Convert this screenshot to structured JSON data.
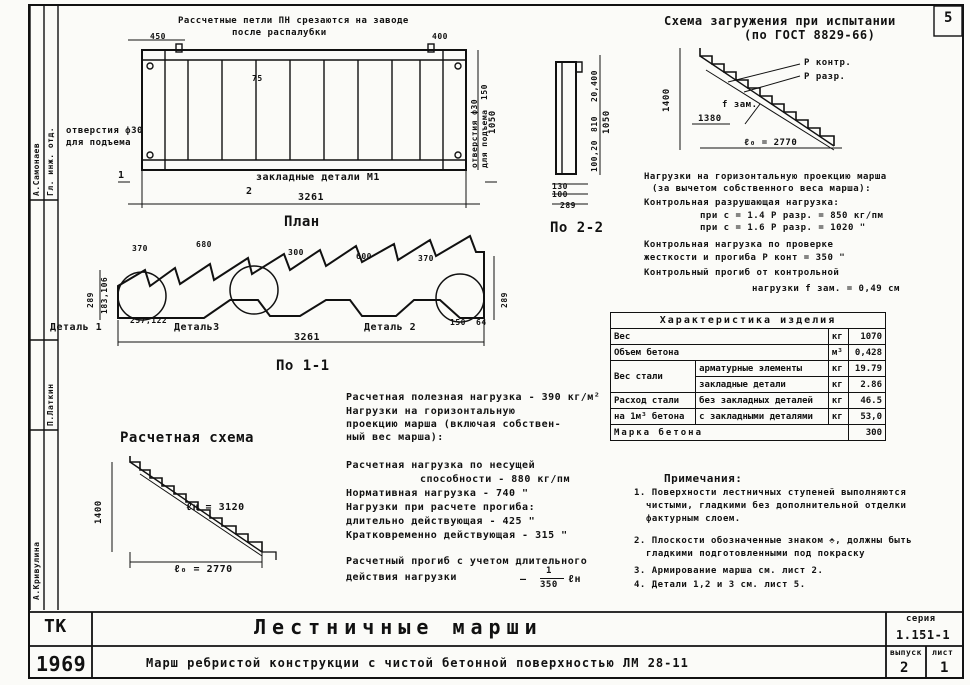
{
  "sheet_number": "5",
  "plan": {
    "title": "План",
    "note_loops": "Рассчетные петли ПН срезаются на заводе",
    "note_loops2": "после распалубки",
    "hole_left": "отверстия ф30",
    "hole_left2": "для подъема",
    "hole_right": "отверстия ф30",
    "hole_right2": "для подъема",
    "embedded": "закладные детали М1",
    "dim_total": "3261",
    "dim_left": "450",
    "dim_right": "400",
    "dim_depth": "1050",
    "dim_small": "150",
    "dim_75": "75",
    "mark1": "1",
    "mark2": "2"
  },
  "section22": {
    "title": "По 2-2",
    "dims": [
      "20,400",
      "810",
      "100,20",
      "1050"
    ],
    "bottom": [
      "130",
      "100",
      "289"
    ]
  },
  "section11": {
    "title": "По 1-1",
    "detail1": "Деталь 1",
    "detail2": "Деталь 2",
    "detail3": "Деталь3",
    "dim_total": "3261",
    "dims_top": [
      "370",
      "680",
      "300",
      "600",
      "370"
    ],
    "dim_h": "289",
    "dim_h2": "183,106",
    "dim_low": "257,122",
    "dim_right": "150",
    "dim_r2": "64"
  },
  "load_scheme": {
    "title": "Схема загружения при испытании",
    "subtitle": "(по ГОСТ 8829-66)",
    "p_contr": "P контр.",
    "p_razr": "P разр.",
    "f_zam": "f зам.",
    "dim_1400": "1400",
    "dim_1380": "1380",
    "dim_l0": "ℓ₀ = 2770"
  },
  "load_text": {
    "l1": "Нагрузки на горизонтальную проекцию марша",
    "l2": "(за вычетом собственного веса марша):",
    "l3": "Контрольная разрушающая нагрузка:",
    "l4": "при c = 1.4   P разр. = 850 кг/пм",
    "l5": "при c = 1.6   P разр. = 1020   \"",
    "l6": "Контрольная нагрузка по проверке",
    "l7": "жесткости и прогиба     P конт = 350   \"",
    "l8": "Контрольный прогиб от контрольной",
    "l9": "нагрузки   f зам. = 0,49 см"
  },
  "characteristics": {
    "header": "Характеристика изделия",
    "rows": [
      {
        "label": "Вес",
        "sub": "",
        "unit": "кг",
        "value": "1070"
      },
      {
        "label": "Объем бетона",
        "sub": "",
        "unit": "м³",
        "value": "0,428"
      },
      {
        "label": "Вес стали",
        "sub": "арматурные элементы",
        "unit": "кг",
        "value": "19.79"
      },
      {
        "label": "",
        "sub": "закладные детали",
        "unit": "кг",
        "value": "2.86"
      },
      {
        "label": "Расход стали",
        "sub": "без закладных деталей",
        "unit": "кг",
        "value": "46.5"
      },
      {
        "label": "на 1м³ бетона",
        "sub": "с закладными деталями",
        "unit": "кг",
        "value": "53,0"
      },
      {
        "label": "Марка бетона",
        "sub": "",
        "unit": "",
        "value": "300"
      }
    ]
  },
  "calc_scheme": {
    "title": "Расчетная схема",
    "ln": "ℓн = 3120",
    "l0": "ℓ₀ = 2770",
    "h": "1400"
  },
  "calc_text": {
    "l1": "Расчетная полезная нагрузка - 390 кг/м²",
    "l2": "Нагрузки на горизонтальную",
    "l3": "проекцию марша (включая собствен-",
    "l4": "ный вес марша):",
    "l5": "Расчетная нагрузка по несущей",
    "l6": "способности        - 880 кг/пм",
    "l7": "Нормативная нагрузка      - 740   \"",
    "l8": "Нагрузки при расчете прогиба:",
    "l9": "длительно действующая      - 425   \"",
    "l10": "Кратковременно действующая  - 315   \"",
    "l11": "Расчетный прогиб с учетом длительного",
    "l12": "действия нагрузки",
    "l12b": "—",
    "frac_num": "1",
    "frac_den": "350",
    "frac_unit": "ℓн"
  },
  "notes": {
    "title": "Примечания:",
    "n1": "1. Поверхности лестничных ступеней выполняются",
    "n1b": "чистыми, гладкими без дополнительной отделки",
    "n1c": "фактурным слоем.",
    "n2": "2. Плоскости обозначенные знаком ⬘, должны быть",
    "n2b": "гладкими подготовленными под покраску",
    "n3": "3. Армирование марша см. лист 2.",
    "n4": "4. Детали 1,2 и 3 см. лист 5."
  },
  "stamp": {
    "tk": "ТК",
    "title": "Лестничные марши",
    "year": "1969",
    "subtitle": "Марш ребристой конструкции с чистой бетонной поверхностью ЛМ 28-11",
    "series_label": "серия",
    "series": "1.151-1",
    "vyp_label": "выпуск",
    "vyp": "2",
    "list_label": "лист",
    "list": "1"
  },
  "side": {
    "s1": "А.Самонаев",
    "s2": "Гл. инж. отд.",
    "s3": "А.Кривулина",
    "s4": "П.Латкин"
  }
}
